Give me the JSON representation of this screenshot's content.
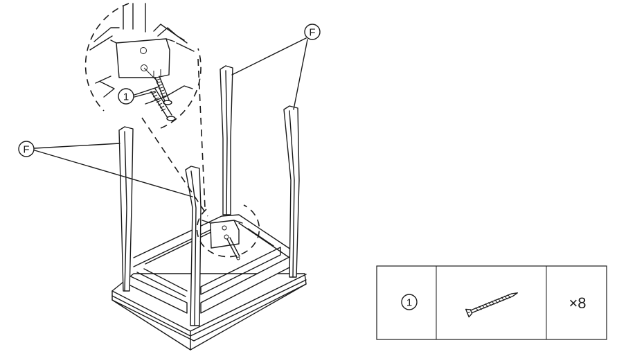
{
  "callouts": {
    "leg_label_right": "F",
    "leg_label_left": "F",
    "detail_part_number": "1"
  },
  "parts_table": {
    "part_number": "1",
    "quantity": "×8",
    "part_icon": "screw-icon"
  }
}
